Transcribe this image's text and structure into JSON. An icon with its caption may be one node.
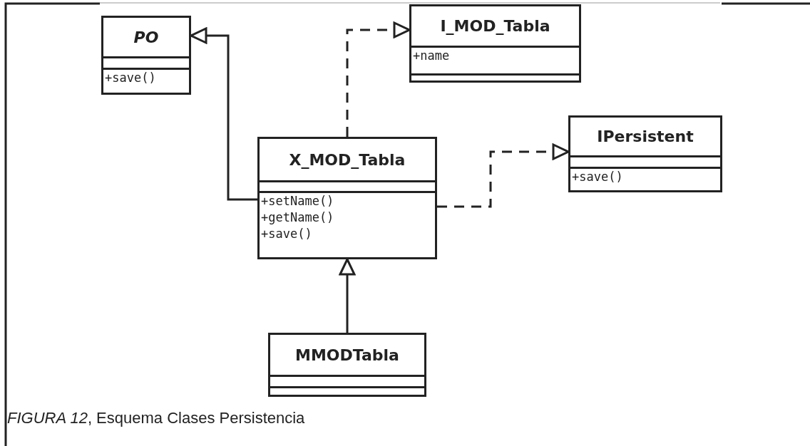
{
  "diagram": {
    "caption": "*FIGURA 12*, Esquema Clases Persistencia",
    "nodes": [
      {
        "text": [
          "PO",
          "+save()"
        ]
      },
      {
        "text": [
          "I_MOD_Tabla",
          "+name"
        ]
      },
      {
        "text": [
          "IPersistent",
          "+save()"
        ]
      },
      {
        "text": [
          "X_MOD_Tabla",
          "+setName()",
          "+getName()",
          "+save()"
        ]
      },
      {
        "text": [
          "MMODTabla"
        ]
      }
    ],
    "edges": [
      {
        "from": 3,
        "to": 0,
        "arrow": "to"
      },
      {
        "from": 3,
        "to": 1,
        "arrow": "to",
        "style": "dashed"
      },
      {
        "from": 3,
        "to": 2,
        "arrow": "to",
        "style": "dashed"
      },
      {
        "from": 4,
        "to": 3,
        "arrow": "to"
      }
    ]
  }
}
